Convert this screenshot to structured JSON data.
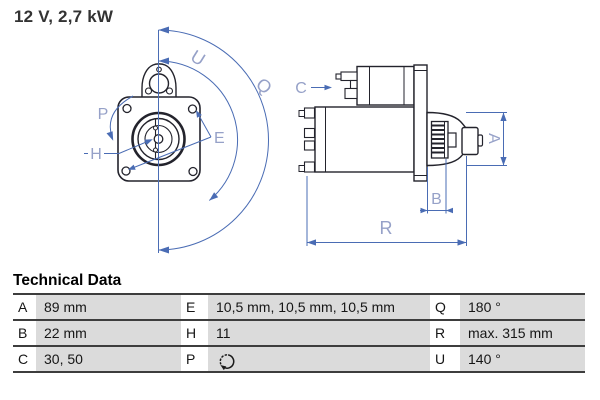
{
  "header": {
    "title": "12 V, 2,7 kW"
  },
  "diagram": {
    "front_view_labels": {
      "rotation": "P",
      "shaft": "H",
      "holes": "E",
      "angle_u": "U",
      "angle_q": "Q"
    },
    "side_view_labels": {
      "terminal": "C",
      "diameter": "A",
      "pinion": "B",
      "length": "R"
    },
    "colors": {
      "outline": "#23232c",
      "dimension_line": "#4a6cb4",
      "dim_label": "#96a1c8"
    }
  },
  "table": {
    "heading": "Technical Data",
    "rows": [
      [
        {
          "key": "A",
          "value": "89 mm"
        },
        {
          "key": "E",
          "value": "10,5 mm, 10,5 mm, 10,5 mm"
        },
        {
          "key": "Q",
          "value": "180 °"
        }
      ],
      [
        {
          "key": "B",
          "value": "22 mm"
        },
        {
          "key": "H",
          "value": "11"
        },
        {
          "key": "R",
          "value": "max. 315 mm"
        }
      ],
      [
        {
          "key": "C",
          "value": "30, 50"
        },
        {
          "key": "P",
          "value": "",
          "icon": "rotation-direction-icon"
        },
        {
          "key": "U",
          "value": "140 °"
        }
      ]
    ]
  }
}
